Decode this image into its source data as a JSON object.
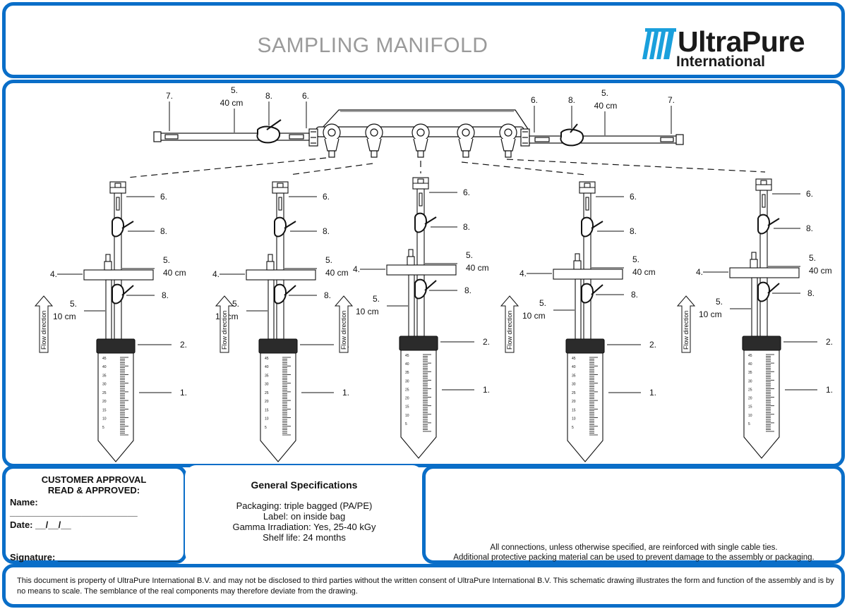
{
  "header": {
    "title": "SAMPLING MANIFOLD",
    "logo_name": "UltraPure",
    "logo_sub": "International"
  },
  "manifold": {
    "left": {
      "tube_len": "40 cm",
      "item_tube": "5.",
      "item_clamp": "8.",
      "item_connector": "6.",
      "item_end": "7."
    },
    "right": {
      "tube_len": "40 cm",
      "item_tube": "5.",
      "item_clamp": "8.",
      "item_connector": "6.",
      "item_end": "7."
    }
  },
  "assembly": {
    "connector": "6.",
    "clamp_upper": "8.",
    "tube_long_item": "5.",
    "tube_long_len": "40 cm",
    "cap_plate": "4.",
    "clamp_lower": "8.",
    "tube_short_item": "5.",
    "tube_short_len": "10 cm",
    "screw_cap": "2.",
    "bottle": "1.",
    "flow": "Flow direction"
  },
  "graduations": [
    "45",
    "40",
    "35",
    "30",
    "25",
    "20",
    "15",
    "10",
    "5"
  ],
  "approval": {
    "title_line1": "CUSTOMER APPROVAL",
    "title_line2": "READ & APPROVED:",
    "name_label": "Name:",
    "name_line": "_________________________",
    "date_label": "Date:  __/__/__",
    "signature_label": "Signature:  ________________________"
  },
  "specs": {
    "title": "General Specifications",
    "lines": [
      "Packaging: triple bagged (PA/PE)",
      "Label: on inside bag",
      "Gamma Irradiation: Yes, 25-40 kGy",
      "Shelf life: 24 months"
    ]
  },
  "notes": {
    "line1": "All connections, unless otherwise specified, are reinforced with single cable ties.",
    "line2": "Additional protective packing material can be used to prevent damage to the assembly or packaging."
  },
  "footer": {
    "disclaimer": "This document is property of UltraPure International B.V. and may not be disclosed to third parties without the written consent of UltraPure International B.V. This schematic drawing illustrates the form and function of the assembly and is by no means to scale. The semblance of the real components may therefore deviate from the drawing."
  },
  "colors": {
    "border": "#0a6ec8",
    "logo_blue": "#1aa0dc",
    "title_grey": "#9a9a9a"
  }
}
